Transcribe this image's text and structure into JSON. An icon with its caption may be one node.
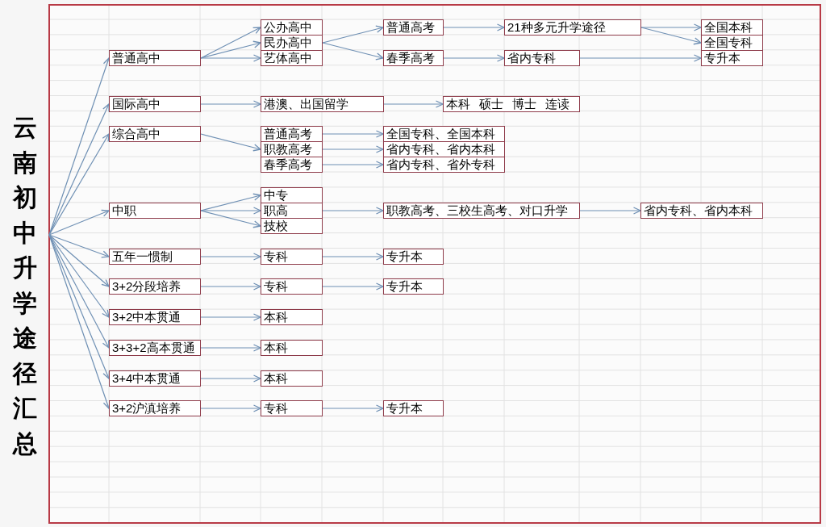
{
  "diagram": {
    "nodes": [
      {
        "text": [
          "云南初中升学途径汇总"
        ]
      },
      {
        "text": [
          "普通高中"
        ]
      },
      {
        "text": [
          "公办高中"
        ]
      },
      {
        "text": [
          "民办高中"
        ]
      },
      {
        "text": [
          "艺体高中"
        ]
      },
      {
        "text": [
          "普通高考"
        ]
      },
      {
        "text": [
          "春季高考"
        ]
      },
      {
        "text": [
          "21种多元升学途径"
        ]
      },
      {
        "text": [
          "省内专科"
        ]
      },
      {
        "text": [
          "全国本科"
        ]
      },
      {
        "text": [
          "全国专科"
        ]
      },
      {
        "text": [
          "专升本"
        ]
      },
      {
        "text": [
          "国际高中"
        ]
      },
      {
        "text": [
          "港澳、出国留学"
        ]
      },
      {
        "text": [
          "本科 硕士 博士 连读"
        ]
      },
      {
        "text": [
          "综合高中"
        ]
      },
      {
        "text": [
          "普通高考"
        ]
      },
      {
        "text": [
          "职教高考"
        ]
      },
      {
        "text": [
          "春季高考"
        ]
      },
      {
        "text": [
          "全国专科、全国本科"
        ]
      },
      {
        "text": [
          "省内专科、省内本科"
        ]
      },
      {
        "text": [
          "省内专科、省外专科"
        ]
      },
      {
        "text": [
          "中职"
        ]
      },
      {
        "text": [
          "中专"
        ]
      },
      {
        "text": [
          "职高"
        ]
      },
      {
        "text": [
          "技校"
        ]
      },
      {
        "text": [
          "职教高考、三校生高考、对口升学"
        ]
      },
      {
        "text": [
          "省内专科、省内本科"
        ]
      },
      {
        "text": [
          "五年一惯制"
        ]
      },
      {
        "text": [
          "专科"
        ]
      },
      {
        "text": [
          "专升本"
        ]
      },
      {
        "text": [
          "3+2分段培养"
        ]
      },
      {
        "text": [
          "专科"
        ]
      },
      {
        "text": [
          "专升本"
        ]
      },
      {
        "text": [
          "3+2中本贯通"
        ]
      },
      {
        "text": [
          "本科"
        ]
      },
      {
        "text": [
          "3+3+2高本贯通"
        ]
      },
      {
        "text": [
          "本科"
        ]
      },
      {
        "text": [
          "3+4中本贯通"
        ]
      },
      {
        "text": [
          "本科"
        ]
      },
      {
        "text": [
          "3+2沪滇培养"
        ]
      },
      {
        "text": [
          "专科"
        ]
      },
      {
        "text": [
          "专升本"
        ]
      }
    ],
    "edges": [
      {
        "from": 0,
        "to": 1,
        "arrow": "to"
      },
      {
        "from": 0,
        "to": 12,
        "arrow": "to"
      },
      {
        "from": 0,
        "to": 15,
        "arrow": "to"
      },
      {
        "from": 0,
        "to": 22,
        "arrow": "to"
      },
      {
        "from": 0,
        "to": 28,
        "arrow": "to"
      },
      {
        "from": 0,
        "to": 31,
        "arrow": "to"
      },
      {
        "from": 0,
        "to": 34,
        "arrow": "to"
      },
      {
        "from": 0,
        "to": 36,
        "arrow": "to"
      },
      {
        "from": 0,
        "to": 38,
        "arrow": "to"
      },
      {
        "from": 0,
        "to": 40,
        "arrow": "to"
      },
      {
        "from": 1,
        "to": 2,
        "arrow": "to"
      },
      {
        "from": 1,
        "to": 3,
        "arrow": "to"
      },
      {
        "from": 1,
        "to": 4,
        "arrow": "to"
      },
      {
        "from": 3,
        "to": 5,
        "arrow": "to"
      },
      {
        "from": 3,
        "to": 6,
        "arrow": "to"
      },
      {
        "from": 5,
        "to": 7,
        "arrow": "to"
      },
      {
        "from": 6,
        "to": 8,
        "arrow": "to"
      },
      {
        "from": 7,
        "to": 9,
        "arrow": "to"
      },
      {
        "from": 7,
        "to": 10,
        "arrow": "to"
      },
      {
        "from": 8,
        "to": 11,
        "arrow": "to"
      },
      {
        "from": 12,
        "to": 13,
        "arrow": "to"
      },
      {
        "from": 13,
        "to": 14,
        "arrow": "to"
      },
      {
        "from": 15,
        "to": 17,
        "arrow": "to"
      },
      {
        "from": 16,
        "to": 19,
        "arrow": "to"
      },
      {
        "from": 17,
        "to": 20,
        "arrow": "to"
      },
      {
        "from": 18,
        "to": 21,
        "arrow": "to"
      },
      {
        "from": 22,
        "to": 23,
        "arrow": "to"
      },
      {
        "from": 22,
        "to": 24,
        "arrow": "to"
      },
      {
        "from": 22,
        "to": 25,
        "arrow": "to"
      },
      {
        "from": 24,
        "to": 26,
        "arrow": "to"
      },
      {
        "from": 26,
        "to": 27,
        "arrow": "to"
      },
      {
        "from": 28,
        "to": 29,
        "arrow": "to"
      },
      {
        "from": 29,
        "to": 30,
        "arrow": "to"
      },
      {
        "from": 31,
        "to": 32,
        "arrow": "to"
      },
      {
        "from": 32,
        "to": 33,
        "arrow": "to"
      },
      {
        "from": 34,
        "to": 35,
        "arrow": "to"
      },
      {
        "from": 36,
        "to": 37,
        "arrow": "to"
      },
      {
        "from": 38,
        "to": 39,
        "arrow": "to"
      },
      {
        "from": 40,
        "to": 41,
        "arrow": "to"
      },
      {
        "from": 41,
        "to": 42,
        "arrow": "to"
      }
    ]
  }
}
